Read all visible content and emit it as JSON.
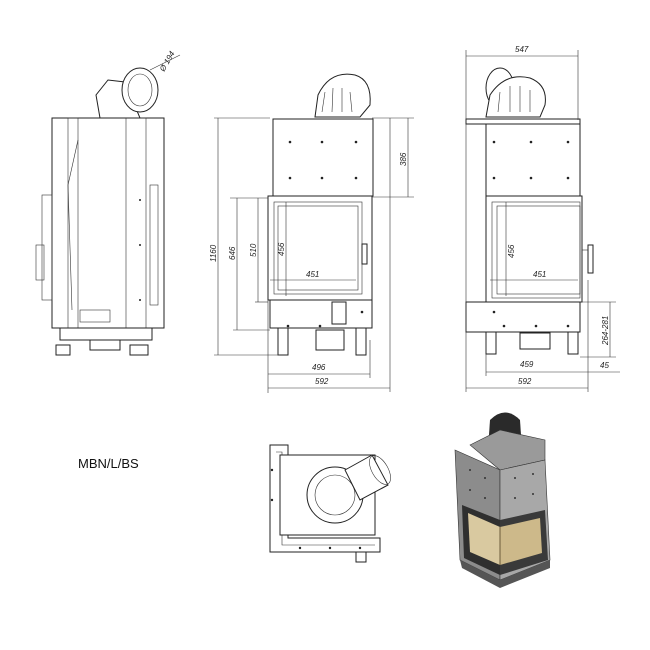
{
  "model": "MBN/L/BS",
  "side_view": {
    "pipe_diameter": "Ø 194"
  },
  "front_view": {
    "total_height": "1160",
    "height_646": "646",
    "height_510": "510",
    "glass_height": "456",
    "glass_width": "451",
    "top_height": "386",
    "width_496": "496",
    "total_width": "592"
  },
  "right_view": {
    "top_width": "547",
    "glass_height": "456",
    "glass_width": "451",
    "leg_height": "264-281",
    "offset": "45",
    "width_459": "459",
    "total_width": "592"
  },
  "colors": {
    "frame": "#3a3a3a",
    "glass": "#d9c9a0",
    "steel": "#8a8a8a"
  }
}
